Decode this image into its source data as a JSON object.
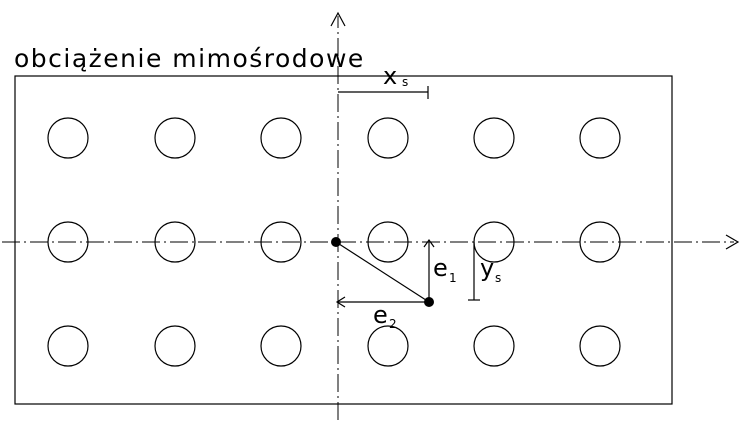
{
  "title": "obciążenie mimośrodowe",
  "labels": {
    "xs_main": "x",
    "xs_sub": "s",
    "ys_main": "y",
    "ys_sub": "s",
    "e1_main": "e",
    "e1_sub": "1",
    "e2_main": "e",
    "e2_sub": "2"
  },
  "grid": {
    "columns": 6,
    "rows": 3
  }
}
